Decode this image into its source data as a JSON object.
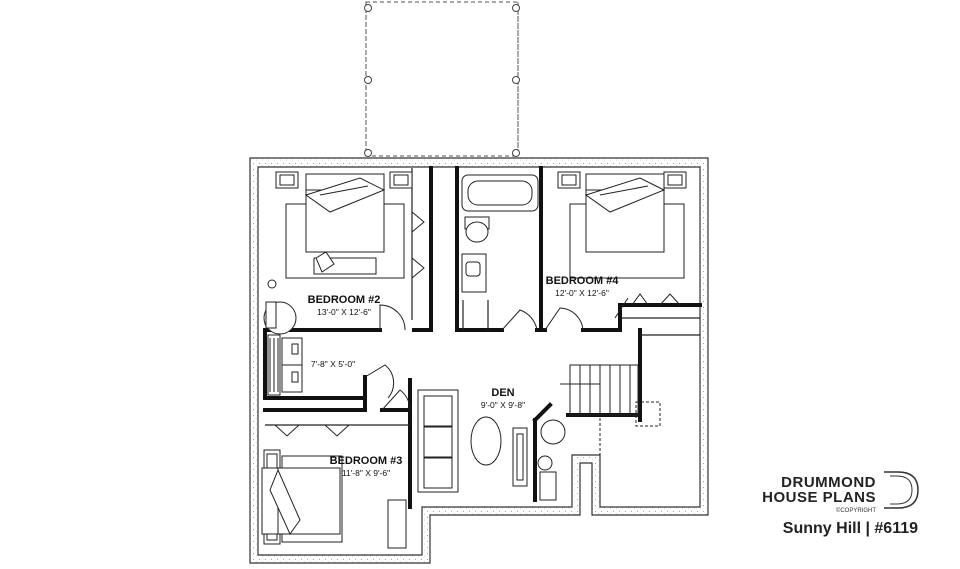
{
  "rooms": {
    "bedroom2": {
      "name": "BEDROOM #2",
      "dims": "13'-0\" X 12'-6\""
    },
    "bedroom3": {
      "name": "BEDROOM #3",
      "dims": "11'-8\" X 9'-6\""
    },
    "bedroom4": {
      "name": "BEDROOM #4",
      "dims": "12'-0\" X 12'-6\""
    },
    "den": {
      "name": "DEN",
      "dims": "9'-0\" X 9'-8\""
    },
    "storage": {
      "dims": "7'-8\" X 5'-0\""
    }
  },
  "brand": {
    "line1": "DRUMMOND",
    "line2": "HOUSE PLANS",
    "copyright": "©COPYRIGHT",
    "plan_name": "Sunny Hill | #6119"
  }
}
